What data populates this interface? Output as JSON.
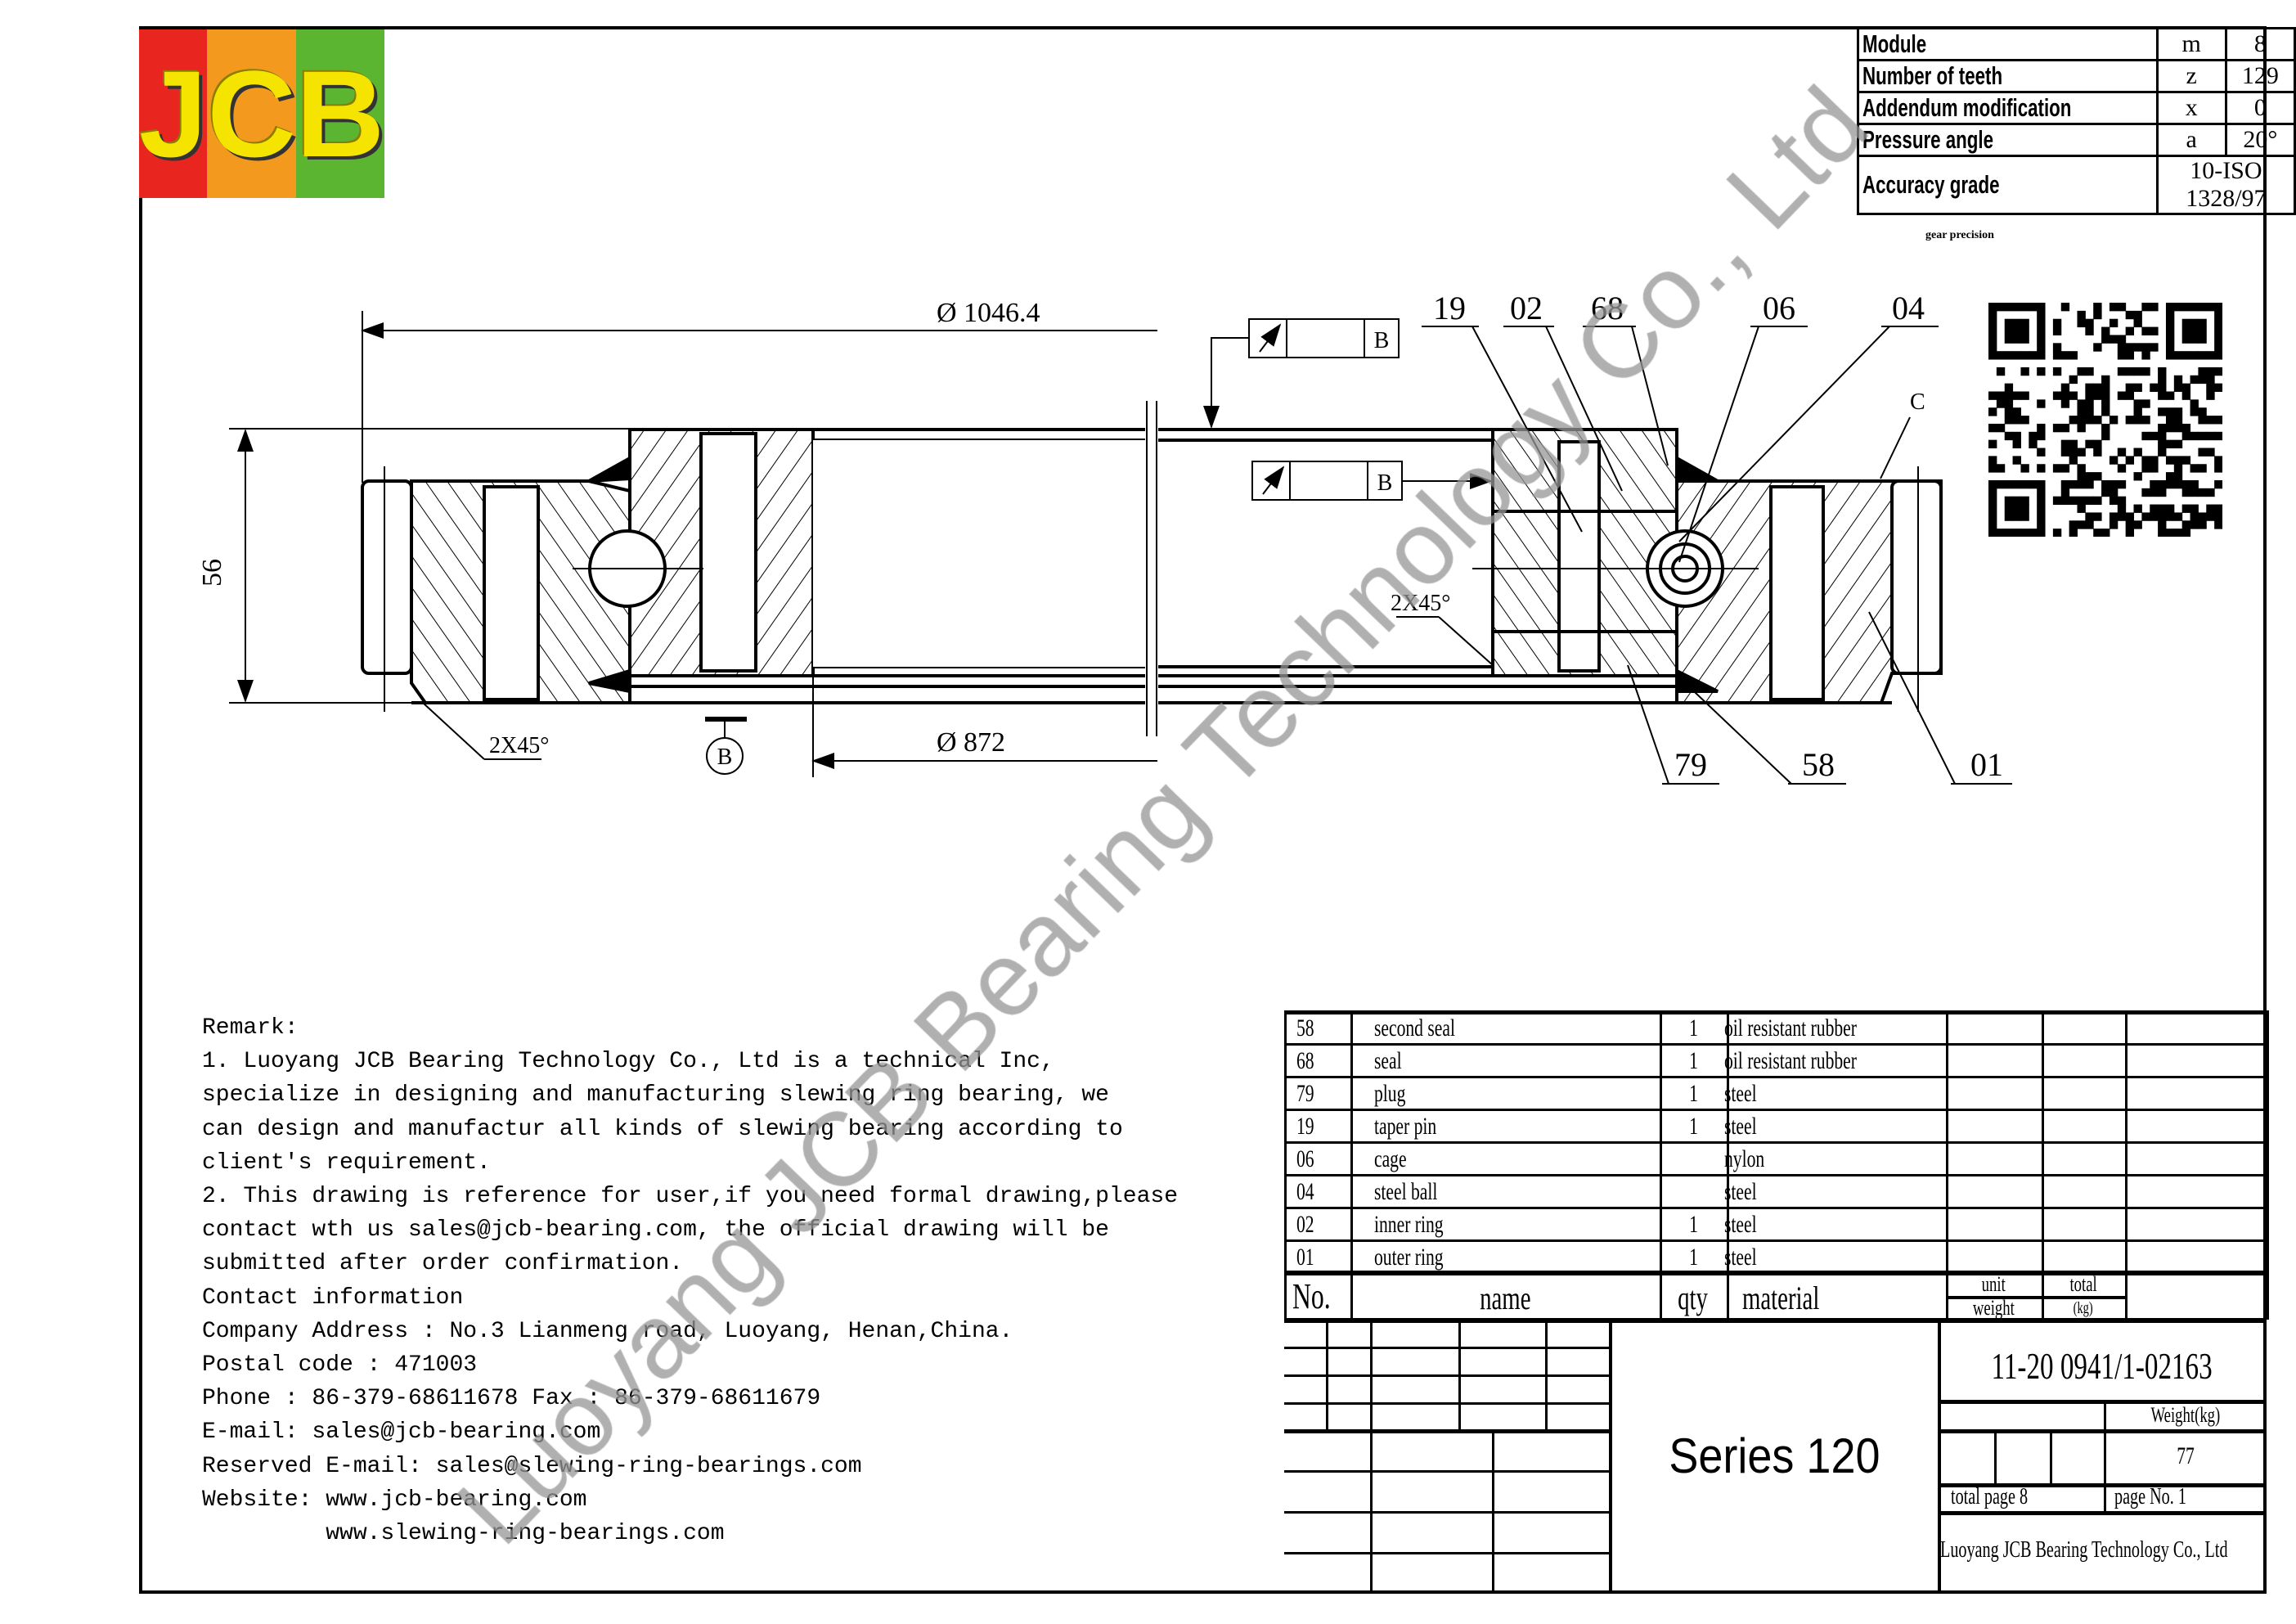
{
  "logo": {
    "letters": [
      "J",
      "C",
      "B"
    ],
    "colors": [
      "#e8251f",
      "#f39a1e",
      "#5cb531"
    ],
    "letter_color": "#f5e400"
  },
  "gear_table": {
    "rows": [
      {
        "label": "Module",
        "symbol": "m",
        "value": "8"
      },
      {
        "label": "Number of teeth",
        "symbol": "z",
        "value": "129"
      },
      {
        "label": "Addendum modification",
        "symbol": "x",
        "value": "0"
      },
      {
        "label": "Pressure angle",
        "symbol": "a",
        "value": "20°"
      }
    ],
    "accuracy": {
      "label": "Accuracy grade",
      "value": "10-ISO 1328/97"
    },
    "note": "gear precision"
  },
  "drawing": {
    "dim_outer": "Ø 1046.4",
    "dim_inner": "Ø 872",
    "dim_height": "56",
    "chamfer_left": "2X45°",
    "chamfer_right": "2X45°",
    "datum": "B",
    "tolerance_1": "B",
    "tolerance_2": "B",
    "surface_mark": "C",
    "callouts_top": [
      "19",
      "02",
      "68",
      "06",
      "04"
    ],
    "callouts_bottom": [
      "79",
      "58",
      "01"
    ]
  },
  "watermark": "Luoyang JCB Bearing Technology Co., Ltd",
  "remarks": [
    "Remark:",
    "1. Luoyang JCB Bearing Technology Co., Ltd is a technical Inc,",
    "specialize in designing and manufacturing slewing ring bearing, we",
    "can design and manufactur all kinds of slewing bearing according to",
    "client's requirement.",
    "2. This drawing is reference for user,if you need formal drawing,please",
    "contact wth us sales@jcb-bearing.com, the official drawing will be",
    "submitted after order confirmation.",
    "Contact information",
    "Company Address : No.3 Lianmeng road, Luoyang, Henan,China.",
    "Postal code : 471003",
    "Phone : 86-379-68611678 Fax : 86-379-68611679",
    "E-mail: sales@jcb-bearing.com",
    "Reserved E-mail: sales@slewing-ring-bearings.com",
    "Website: www.jcb-bearing.com",
    "         www.slewing-ring-bearings.com"
  ],
  "parts": {
    "rows": [
      {
        "no": "58",
        "name": "second seal",
        "qty": "1",
        "material": "oil resistant rubber"
      },
      {
        "no": "68",
        "name": "seal",
        "qty": "1",
        "material": "oil resistant rubber"
      },
      {
        "no": "79",
        "name": "plug",
        "qty": "1",
        "material": "steel"
      },
      {
        "no": "19",
        "name": "taper pin",
        "qty": "1",
        "material": "steel"
      },
      {
        "no": "06",
        "name": "cage",
        "qty": "",
        "material": "nylon"
      },
      {
        "no": "04",
        "name": "steel ball",
        "qty": "",
        "material": "steel"
      },
      {
        "no": "02",
        "name": "inner ring",
        "qty": "1",
        "material": "steel"
      },
      {
        "no": "01",
        "name": "outer ring",
        "qty": "1",
        "material": "steel"
      }
    ],
    "headers": {
      "no": "No.",
      "name": "name",
      "qty": "qty",
      "material": "material",
      "unit": "unit",
      "total": "total",
      "weight": "weight",
      "kg": "(kg)"
    }
  },
  "title_block": {
    "drawing_no": "11-20 0941/1-02163",
    "series": "Series 120",
    "weight_label": "Weight(kg)",
    "weight": "77",
    "total_page": "total page  8",
    "page_no": "page No.  1",
    "company": "Luoyang JCB Bearing Technology Co., Ltd"
  }
}
